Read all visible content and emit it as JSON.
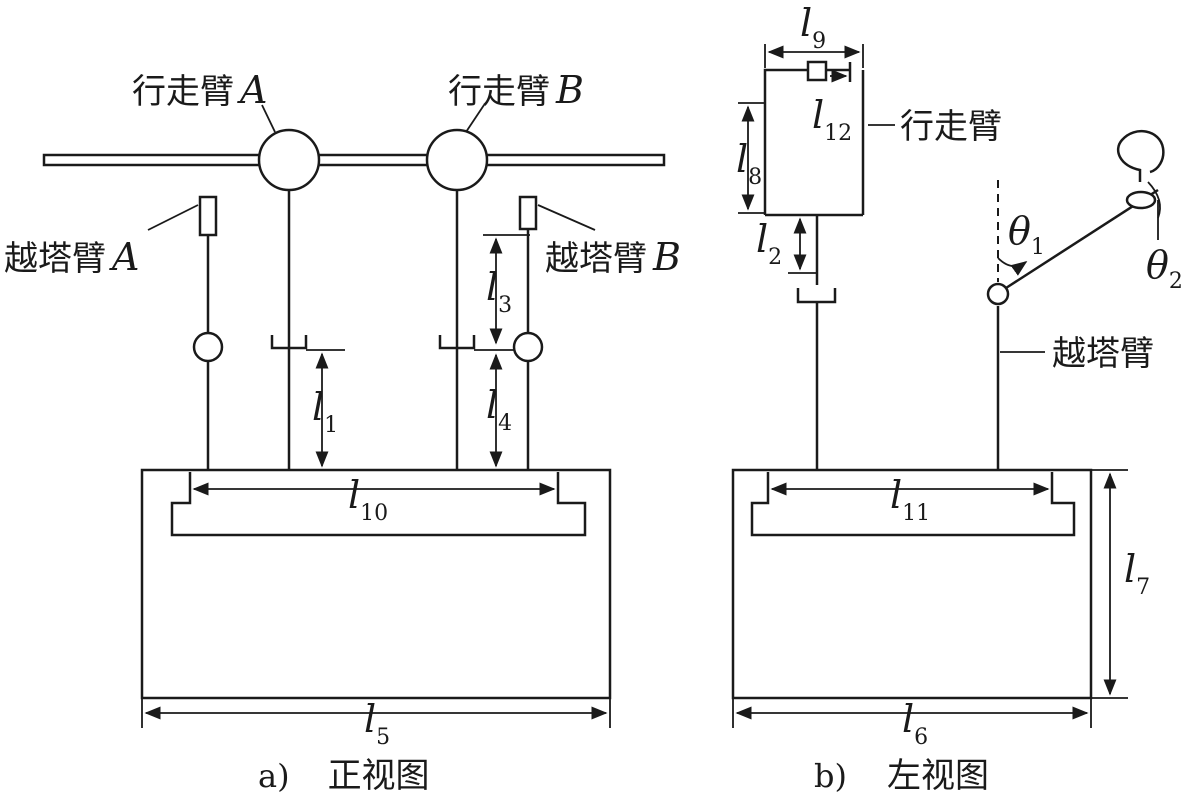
{
  "front_view": {
    "caption_letter": "a)",
    "caption_title": "正视图",
    "labels": {
      "walking_arm_a": {
        "text": "行走臂",
        "var": "A"
      },
      "walking_arm_b": {
        "text": "行走臂",
        "var": "B"
      },
      "crossing_arm_a": {
        "text": "越塔臂",
        "var": "A"
      },
      "crossing_arm_b": {
        "text": "越塔臂",
        "var": "B"
      }
    },
    "dims": {
      "l1": {
        "var": "l",
        "sub": "1"
      },
      "l3": {
        "var": "l",
        "sub": "3"
      },
      "l4": {
        "var": "l",
        "sub": "4"
      },
      "l5": {
        "var": "l",
        "sub": "5"
      },
      "l10": {
        "var": "l",
        "sub": "10"
      }
    }
  },
  "side_view": {
    "caption_letter": "b)",
    "caption_title": "左视图",
    "labels": {
      "walking_arm": "行走臂",
      "crossing_arm": "越塔臂"
    },
    "dims": {
      "l2": {
        "var": "l",
        "sub": "2"
      },
      "l6": {
        "var": "l",
        "sub": "6"
      },
      "l7": {
        "var": "l",
        "sub": "7"
      },
      "l8": {
        "var": "l",
        "sub": "8"
      },
      "l9": {
        "var": "l",
        "sub": "9"
      },
      "l11": {
        "var": "l",
        "sub": "11"
      },
      "l12": {
        "var": "l",
        "sub": "12"
      }
    },
    "angles": {
      "theta1": {
        "var": "θ",
        "sub": "1"
      },
      "theta2": {
        "var": "θ",
        "sub": "2"
      }
    }
  }
}
